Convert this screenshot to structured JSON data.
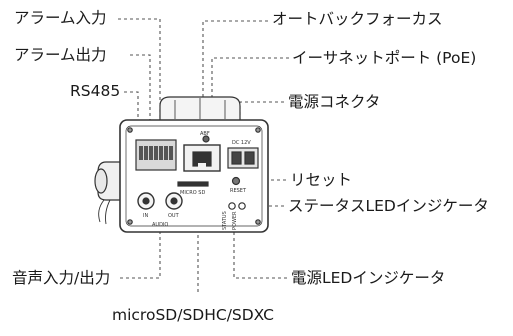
{
  "labels": {
    "alarm_in": "アラーム入力",
    "alarm_out": "アラーム出力",
    "rs485": "RS485",
    "audio_io": "音声入力/出力",
    "autoback_focus": "オートバックフォーカス",
    "ethernet_poe": "イーサネットポート (PoE)",
    "power_connector": "電源コネクタ",
    "reset": "リセット",
    "status_led": "ステータスLEDインジケータ",
    "power_led": "電源LEDインジケータ",
    "sd_card": "microSD/SDHC/SDXC"
  },
  "panel_text": {
    "abf": "ABF",
    "dc12v": "DC 12V",
    "micro_sd": "MICRO SD",
    "reset": "RESET",
    "status": "STATUS",
    "power": "POWER",
    "audio": "AUDIO",
    "audio_in": "IN",
    "audio_out": "OUT"
  }
}
